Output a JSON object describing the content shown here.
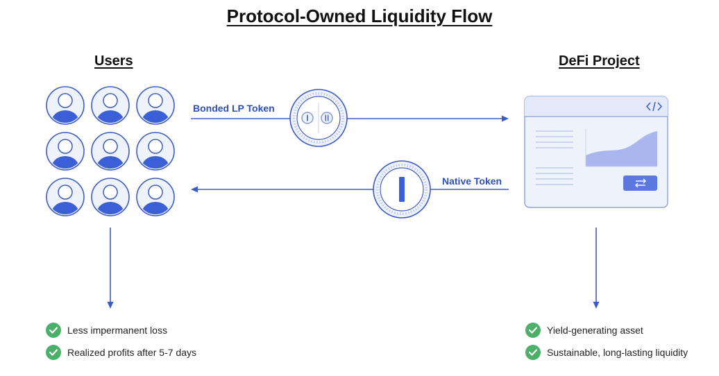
{
  "title": "Protocol-Owned Liquidity Flow",
  "users": {
    "heading": "Users",
    "benefits": [
      "Less impermanent loss",
      "Realized profits after 5-7 days"
    ]
  },
  "defi_project": {
    "heading": "DeFi Project",
    "benefits": [
      "Yield-generating asset",
      "Sustainable, long-lasting liquidity"
    ],
    "window_icon": "code-icon",
    "button_icon": "swap-arrows-icon"
  },
  "flows": {
    "top_label": "Bonded LP Token",
    "bottom_label": "Native Token"
  },
  "colors": {
    "primary_blue": "#3b5fd6",
    "line_blue": "#3c5bc5",
    "light_blue": "#eef2fb",
    "check_green": "#4caf6a"
  }
}
